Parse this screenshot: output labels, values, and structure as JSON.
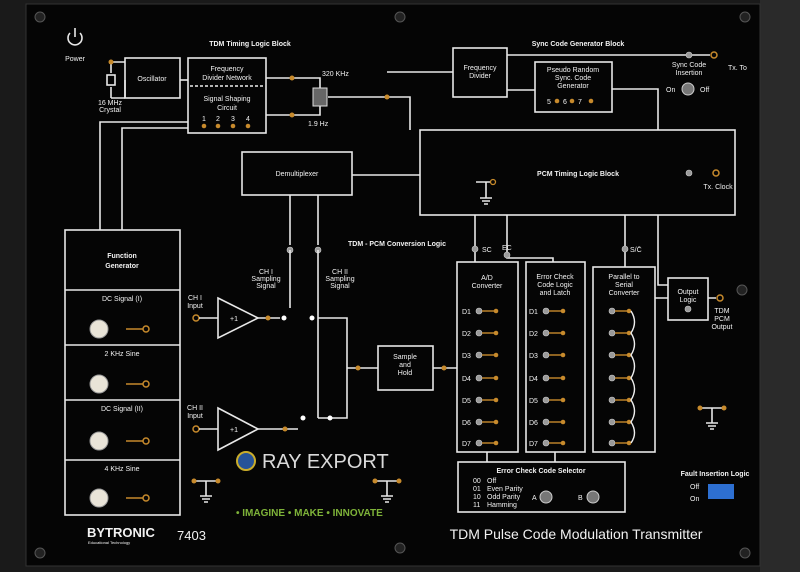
{
  "power": {
    "label": "Power"
  },
  "timing_block": {
    "title": "TDM Timing Logic Block",
    "crystal": [
      "16 MHz",
      "Crystal"
    ],
    "oscillator": "Oscillator",
    "freq_divider": [
      "Frequency",
      "Divider Network"
    ],
    "signal_shaping": [
      "Signal Shaping",
      "Circuit"
    ],
    "outputs": [
      "1",
      "2",
      "3",
      "4"
    ],
    "freq_high": "320 KHz",
    "freq_low": "1.9 Hz"
  },
  "sync_block": {
    "title": "Sync Code Generator Block",
    "freq_divider": [
      "Frequency",
      "Divider"
    ],
    "pseudo_random": [
      "Pseudo Random",
      "Sync. Code",
      "Generator"
    ],
    "taps": [
      "5",
      "6",
      "7"
    ],
    "insertion": [
      "Sync Code",
      "Insertion"
    ],
    "tx_to": "Tx. To",
    "on": "On",
    "off": "Off"
  },
  "demultiplexer": "Demultiplexer",
  "pcm_timing": {
    "title": "PCM Timing Logic Block",
    "tx_clock": "Tx. Clock"
  },
  "function_generator": {
    "title": [
      "Function",
      "Generator"
    ],
    "sections": [
      "DC Signal (I)",
      "2 KHz Sine",
      "DC Signal (II)",
      "4 KHz Sine"
    ]
  },
  "conversion": {
    "title": "TDM - PCM Conversion Logic",
    "ch1_input": [
      "CH I",
      "Input"
    ],
    "ch2_input": [
      "CH II",
      "Input"
    ],
    "gain": "+1",
    "ch1_sampling": [
      "CH I",
      "Sampling",
      "Signal"
    ],
    "ch2_sampling": [
      "CH II",
      "Sampling",
      "Signal"
    ],
    "sample_hold": [
      "Sample",
      "and",
      "Hold"
    ],
    "sc": "SC",
    "ec": "EC",
    "sc_bar": "S/C̄",
    "adc": [
      "A/D",
      "Converter"
    ],
    "error_check": [
      "Error Check",
      "Code Logic",
      "and Latch"
    ],
    "p2s": [
      "Parallel to",
      "Serial",
      "Converter"
    ],
    "output_logic": [
      "Output",
      "Logic"
    ],
    "tdm_output": [
      "TDM",
      "PCM",
      "Output"
    ],
    "bits": [
      "D1",
      "D2",
      "D3",
      "D4",
      "D5",
      "D6",
      "D7"
    ]
  },
  "selector": {
    "title": "Error Check Code Selector",
    "codes": [
      "00",
      "01",
      "10",
      "11"
    ],
    "modes": [
      "Off",
      "Even Parity",
      "Odd Parity",
      "Hamming"
    ],
    "switch_a": "A",
    "switch_b": "B"
  },
  "fault": {
    "title": "Fault Insertion Logic",
    "off": "Off",
    "on": "On"
  },
  "brand": {
    "name": "BYTRONIC",
    "tagline": "Educational Technology",
    "model": "7403"
  },
  "product_title": "TDM Pulse Code Modulation Transmitter",
  "watermark": {
    "name": "RAY EXPORT",
    "tagline": "• IMAGINE  • MAKE  • INNOVATE"
  },
  "colors": {
    "panel": "#050505",
    "socket": "#c78a2c",
    "dip": "#2d6fd1",
    "watermark_tag": "#8cc63f"
  }
}
